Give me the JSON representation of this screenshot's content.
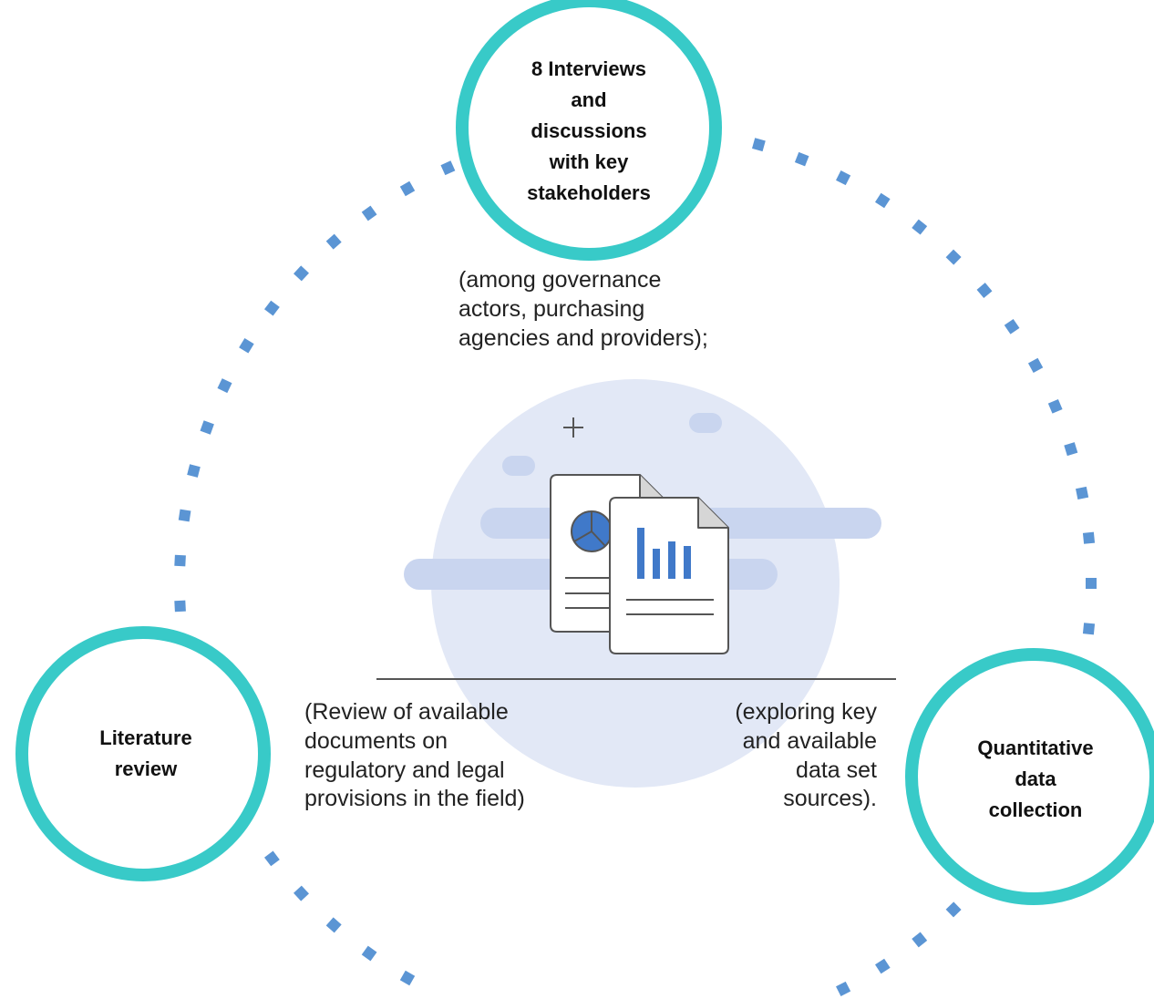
{
  "colors": {
    "ring": "#38cac8",
    "dots": "#5b95d4",
    "halo": "#e2e8f6",
    "streak": "#c9d5ef",
    "doc_outline": "#555555",
    "chart_fill": "#4079c9",
    "baseline": "#555555"
  },
  "nodes": {
    "interviews": {
      "lines": [
        "8 Interviews",
        "and",
        "discussions",
        "with key",
        "stakeholders"
      ]
    },
    "literature": {
      "lines": [
        "Literature",
        "review"
      ]
    },
    "quantitative": {
      "lines": [
        "Quantitative",
        "data",
        "collection"
      ]
    }
  },
  "descriptions": {
    "interviews": {
      "lines": [
        "(among governance",
        "actors, purchasing",
        "agencies and providers);"
      ]
    },
    "literature": {
      "lines": [
        "(Review of available",
        "documents on",
        "regulatory and legal",
        "provisions in the field)"
      ]
    },
    "quantitative": {
      "lines": [
        "(exploring key",
        "and available",
        "data set",
        "sources)."
      ]
    }
  },
  "icons": {
    "center": "documents-report-icon",
    "plus": "plus-icon"
  }
}
